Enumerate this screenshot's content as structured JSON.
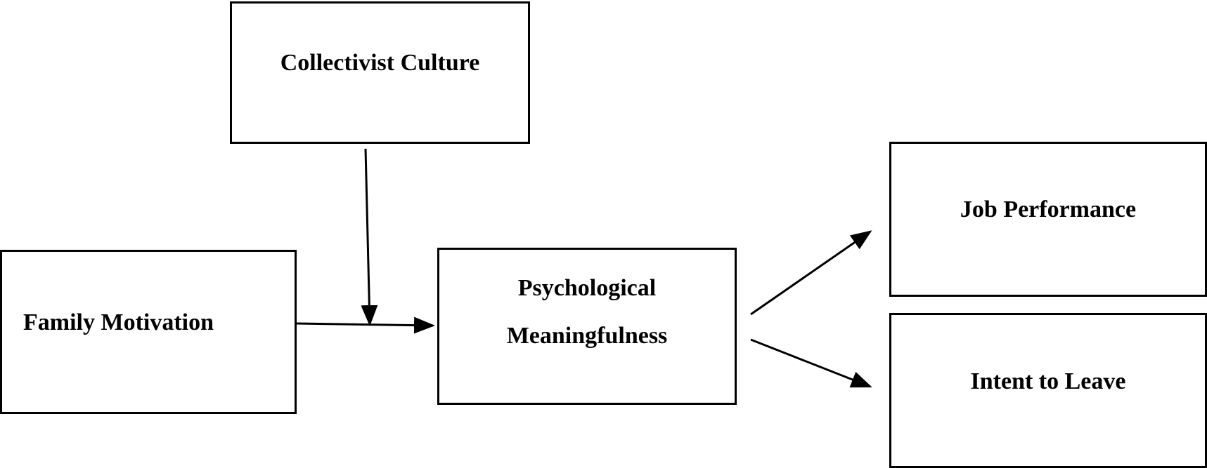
{
  "diagram": {
    "nodes": {
      "collectivist_culture": "Collectivist Culture",
      "family_motivation": "Family Motivation",
      "psychological_meaningfulness": [
        "Psychological",
        "Meaningfulness"
      ],
      "job_performance": "Job Performance",
      "intent_to_leave": "Intent to Leave"
    },
    "edges": [
      {
        "from": "family_motivation",
        "to": "psychological_meaningfulness"
      },
      {
        "from": "collectivist_culture",
        "to": "family_motivation_to_psychological_meaningfulness_path"
      },
      {
        "from": "psychological_meaningfulness",
        "to": "job_performance"
      },
      {
        "from": "psychological_meaningfulness",
        "to": "intent_to_leave"
      }
    ],
    "colors": {
      "stroke": "#000000",
      "background": "#ffffff"
    }
  }
}
